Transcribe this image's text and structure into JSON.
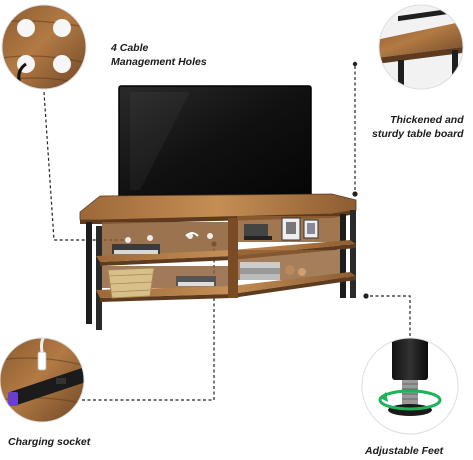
{
  "callouts": {
    "cable_holes": {
      "line1": "4 Cable",
      "line2": "Management Holes"
    },
    "table_board": {
      "line1": "Thickened and",
      "line2": "sturdy table board"
    },
    "charging_socket": {
      "label": "Charging socket"
    },
    "adjustable_feet": {
      "label": "Adjustable Feet"
    }
  },
  "colors": {
    "wood_dark": "#6b4424",
    "wood_mid": "#a06b3c",
    "wood_light": "#c58e55",
    "metal": "#222222",
    "screen": "#121212",
    "dash": "#222222"
  }
}
